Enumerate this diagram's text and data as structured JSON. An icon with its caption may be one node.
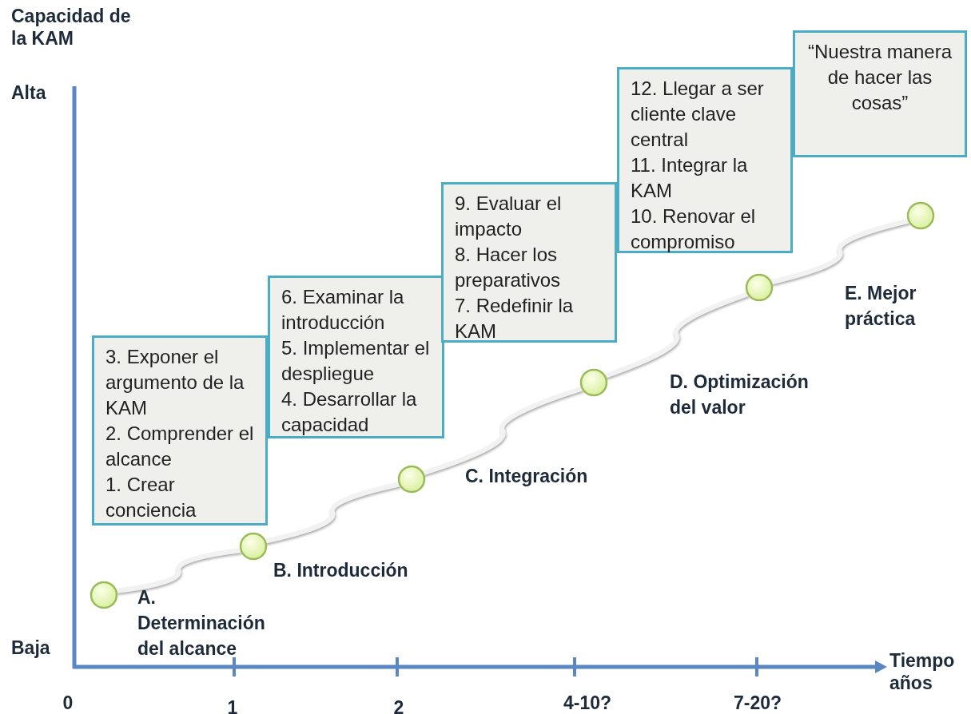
{
  "diagram": {
    "nodes": [
      {
        "text": [],
        "shape": "circle",
        "beside": [
          "A. Determinación del alcance"
        ]
      },
      {
        "text": [],
        "shape": "circle",
        "beside": [
          "B. Introducción"
        ]
      },
      {
        "text": [],
        "shape": "circle",
        "beside": [
          "C. Integración"
        ]
      },
      {
        "text": [],
        "shape": "circle",
        "beside": [
          "D. Optimización del valor"
        ]
      },
      {
        "text": [],
        "shape": "circle",
        "beside": [
          "E. Mejor práctica"
        ]
      },
      {
        "text": [],
        "shape": "circle"
      },
      {
        "text": [
          "3. Exponer el argumento de la KAM",
          "2. Comprender el alcance",
          "1. Crear conciencia"
        ]
      },
      {
        "text": [
          "6. Examinar la introducción",
          "5. Implementar el despliegue",
          "4. Desarrollar la capacidad"
        ]
      },
      {
        "text": [
          "9. Evaluar el impacto",
          "8. Hacer los preparativos",
          "7. Redefinir la KAM"
        ]
      },
      {
        "text": [
          "12. Llegar a ser cliente clave central",
          "11. Integrar la KAM",
          "10. Renovar el compromiso"
        ]
      },
      {
        "text": [
          "“Nuestra manera de hacer las cosas”"
        ]
      }
    ],
    "edges": [
      {
        "from": 0,
        "to": 1,
        "arrow": "none"
      },
      {
        "from": 1,
        "to": 2,
        "arrow": "none"
      },
      {
        "from": 2,
        "to": 3,
        "arrow": "none"
      },
      {
        "from": 3,
        "to": 4,
        "arrow": "none"
      },
      {
        "from": 4,
        "to": 5,
        "arrow": "none"
      }
    ],
    "labels": [
      "Capacidad de la KAM",
      "Alta",
      "Baja",
      "Tiempo años",
      "0",
      "1",
      "2",
      "4-10?",
      "7-20?"
    ]
  }
}
